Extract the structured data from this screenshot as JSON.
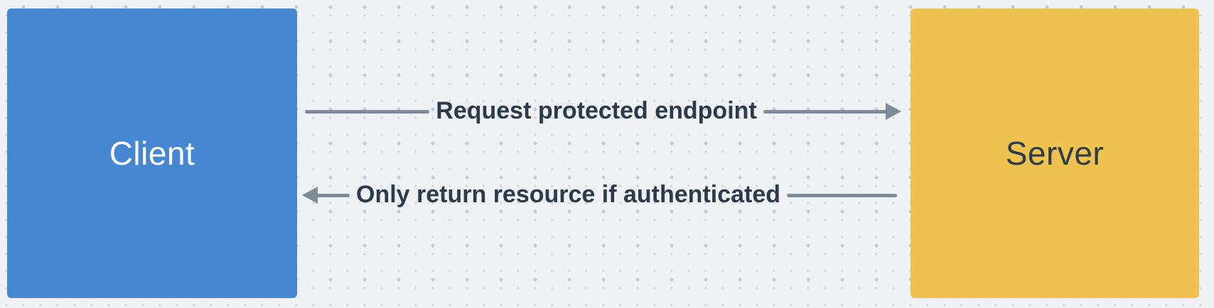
{
  "canvas": {
    "background_color": "#eef1f4",
    "dot_small_color": "#ccd3dc",
    "dot_large_color": "#c3cbd6"
  },
  "nodes": {
    "client": {
      "label": "Client",
      "fill_color": "#4687d1",
      "text_color": "#ffffff"
    },
    "server": {
      "label": "Server",
      "fill_color": "#edc24e",
      "text_color": "#2c3b4e"
    }
  },
  "edges": {
    "request": {
      "label": "Request protected endpoint",
      "from": "Client",
      "to": "Server",
      "direction": "left-to-right",
      "arrow_color": "#7e8c9a",
      "label_color": "#2c3a49"
    },
    "response": {
      "label": "Only return resource if authenticated",
      "from": "Server",
      "to": "Client",
      "direction": "right-to-left",
      "arrow_color": "#7e8c9a",
      "label_color": "#2c3a49"
    }
  }
}
